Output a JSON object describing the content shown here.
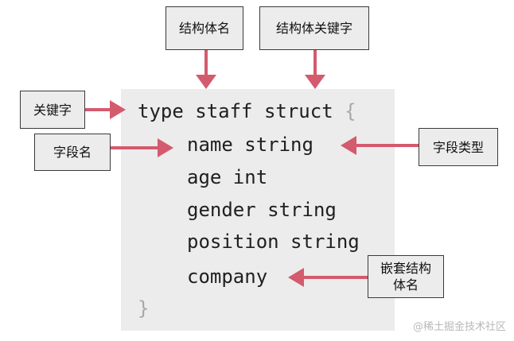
{
  "code": {
    "line1_keyword": "type staff struct ",
    "line1_brace": "{",
    "line2": "name string",
    "line3": "age int",
    "line4": "gender string",
    "line5": "position string",
    "line6": "company",
    "line7_brace": "}"
  },
  "labels": {
    "struct_name": "结构体名",
    "struct_keyword": "结构体关键字",
    "keyword": "关键字",
    "field_name": "字段名",
    "field_type": "字段类型",
    "nested_struct_name_line1": "嵌套结构",
    "nested_struct_name_line2": "体名"
  },
  "watermark": "@稀土掘金技术社区",
  "colors": {
    "arrow": "#d45a6e",
    "code_background": "#ececec",
    "label_border": "#3a3a3a"
  }
}
